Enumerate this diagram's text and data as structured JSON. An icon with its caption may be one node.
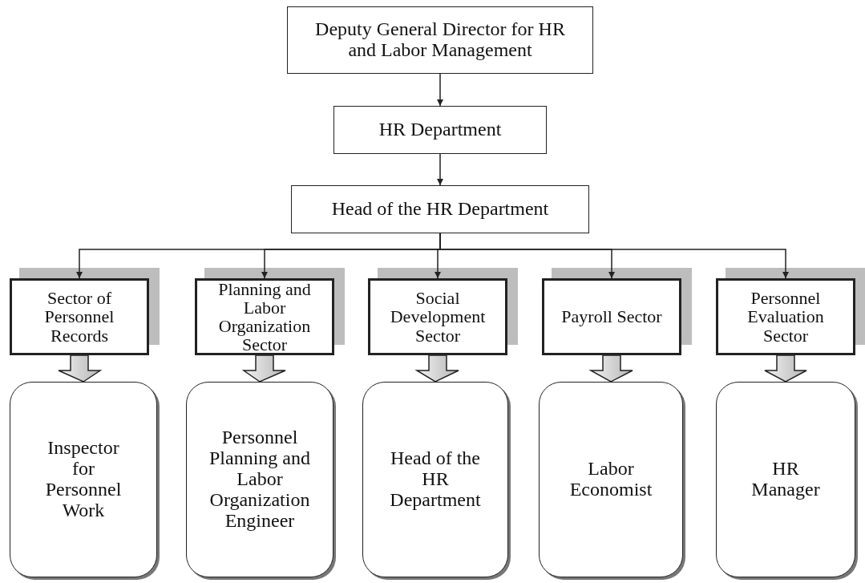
{
  "diagram": {
    "nodes": [
      {
        "text": [
          "Deputy General Director for HR and Labor Management"
        ]
      },
      {
        "text": [
          "HR Department"
        ]
      },
      {
        "text": [
          "Head of the HR Department"
        ]
      },
      {
        "text": [
          "Sector of Personnel Records"
        ]
      },
      {
        "text": [
          "Planning and Labor Organization Sector"
        ]
      },
      {
        "text": [
          "Social Development Sector"
        ]
      },
      {
        "text": [
          "Payroll Sector"
        ]
      },
      {
        "text": [
          "Personnel Evaluation Sector"
        ]
      },
      {
        "text": [
          "Inspector for Personnel Work"
        ]
      },
      {
        "text": [
          "Personnel Planning and Labor Organization Engineer"
        ]
      },
      {
        "text": [
          "Head of the HR Department"
        ]
      },
      {
        "text": [
          "Labor Economist"
        ]
      },
      {
        "text": [
          "HR Manager"
        ]
      }
    ],
    "edges": [
      {
        "from": 0,
        "to": 1,
        "arrow": "to"
      },
      {
        "from": 1,
        "to": 2,
        "arrow": "to"
      },
      {
        "from": 2,
        "to": 3,
        "arrow": "to"
      },
      {
        "from": 2,
        "to": 4,
        "arrow": "to"
      },
      {
        "from": 2,
        "to": 5,
        "arrow": "to"
      },
      {
        "from": 2,
        "to": 6,
        "arrow": "to"
      },
      {
        "from": 2,
        "to": 7,
        "arrow": "to"
      },
      {
        "from": 3,
        "to": 8,
        "arrow": "to",
        "style": "thick"
      },
      {
        "from": 4,
        "to": 9,
        "arrow": "to",
        "style": "thick"
      },
      {
        "from": 5,
        "to": 10,
        "arrow": "to",
        "style": "thick"
      },
      {
        "from": 6,
        "to": 11,
        "arrow": "to",
        "style": "thick"
      },
      {
        "from": 7,
        "to": 12,
        "arrow": "to",
        "style": "thick"
      }
    ]
  }
}
